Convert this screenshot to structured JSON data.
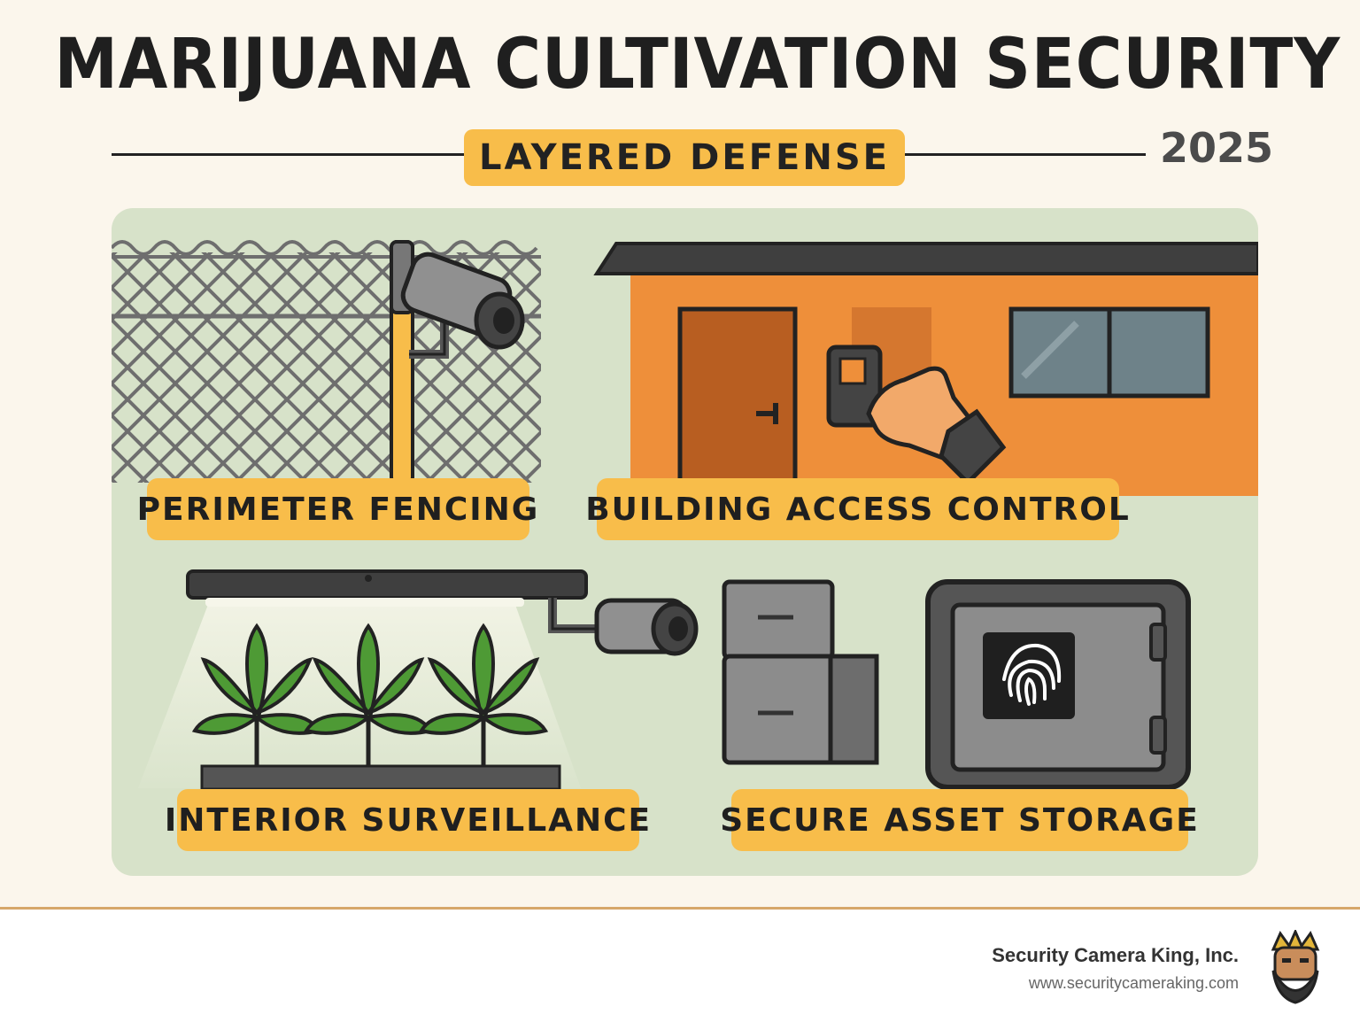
{
  "title": "MARIJUANA CULTIVATION SECURITY",
  "subtitle": "LAYERED DEFENSE",
  "year": "2025",
  "layers": [
    {
      "label": "PERIMETER FENCING"
    },
    {
      "label": "BUILDING ACCESS CONTROL"
    },
    {
      "label": "INTERIOR SURVEILLANCE"
    },
    {
      "label": "SECURE ASSET STORAGE"
    }
  ],
  "footer": {
    "company": "Security Camera King, Inc.",
    "url": "www.securitycameraking.com"
  },
  "colors": {
    "accent": "#f8bd4a",
    "panel": "#d7e2c9",
    "building": "#ee8f3a",
    "plant": "#4e9a35"
  }
}
